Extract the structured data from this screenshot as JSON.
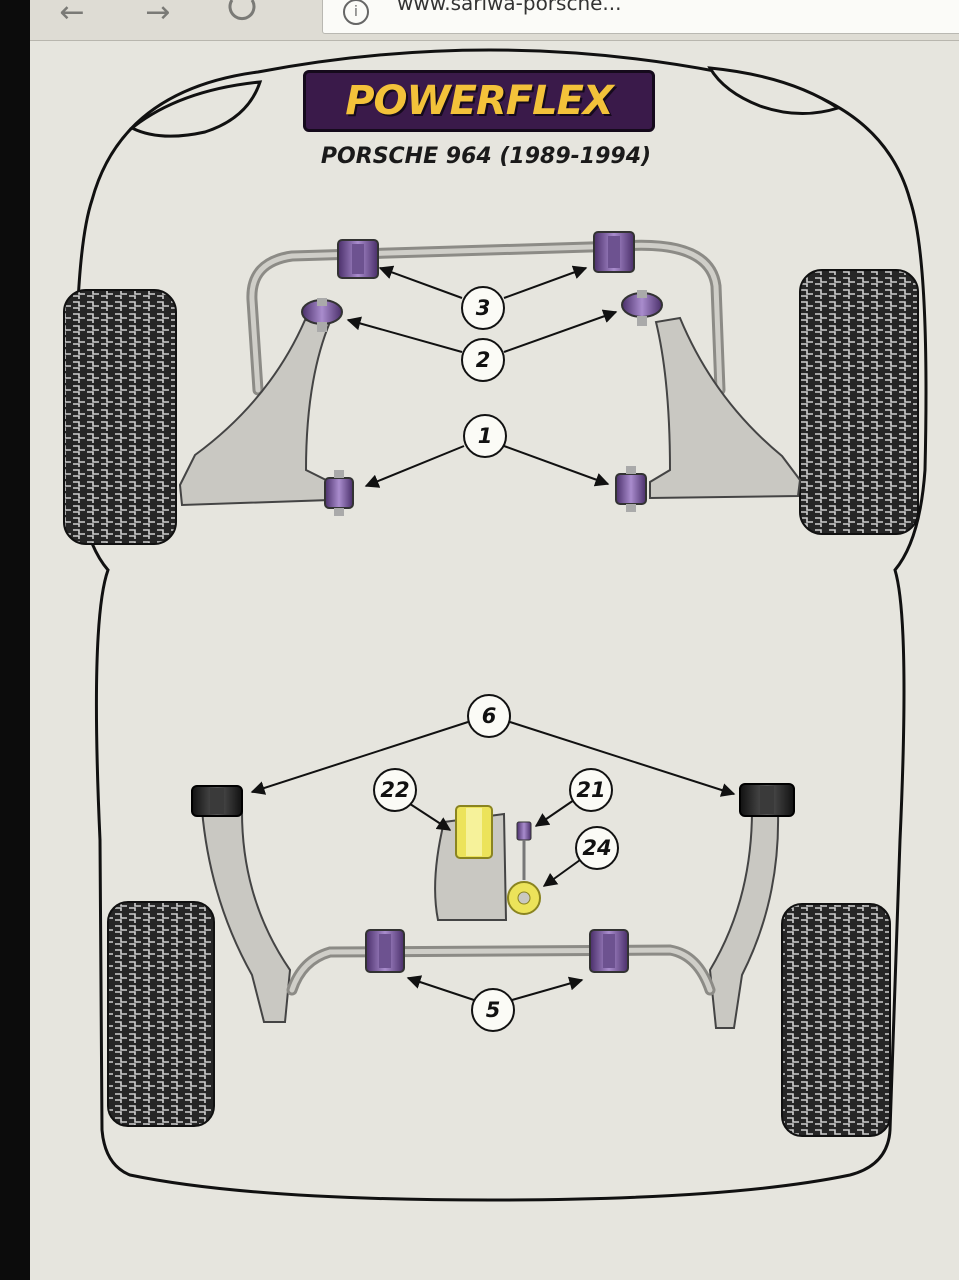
{
  "browser": {
    "back_icon": "back-arrow-icon",
    "forward_icon": "forward-arrow-icon",
    "reload_icon": "reload-icon",
    "info_icon": "info-icon",
    "url": "www.sarlwa-porsche..."
  },
  "diagram": {
    "brand": "POWERFLEX",
    "title": "PORSCHE 964 (1989-1994)",
    "colors": {
      "bush_purple": "#7b5ea0",
      "bush_black": "#222222",
      "bush_yellow": "#ece35a",
      "part_grey": "#c9c8c2",
      "tyre": "#2a2a2a",
      "logo_bg": "#3a1a4a",
      "logo_text": "#f3c23a"
    },
    "callouts": {
      "c1": "1",
      "c2": "2",
      "c3": "3",
      "c5": "5",
      "c6": "6",
      "c21": "21",
      "c22": "22",
      "c24": "24"
    }
  }
}
